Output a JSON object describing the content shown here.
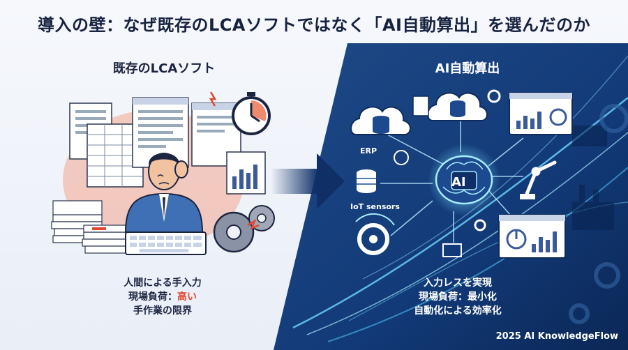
{
  "title": "導入の壁：なぜ既存のLCAソフトではなく「AI自動算出」を選んだのか",
  "left": {
    "heading": "既存のLCAソフト",
    "captions": [
      "人間による手入力",
      "現場負荷：",
      "高い",
      "手作業の限界"
    ]
  },
  "right": {
    "heading": "AI自動算出",
    "ai_label": "AI",
    "erp_label": "ERP",
    "iot_label": "IoT sensors",
    "captions": [
      "入力レスを実現",
      "現場負荷：最小化",
      "自動化による効率化"
    ]
  },
  "footer": {
    "credit": "2025 AI KnowledgeFlow"
  },
  "colors": {
    "accent_red": "#e4452f",
    "navy": "#0f2f66",
    "cyan": "#5fd3ff"
  }
}
